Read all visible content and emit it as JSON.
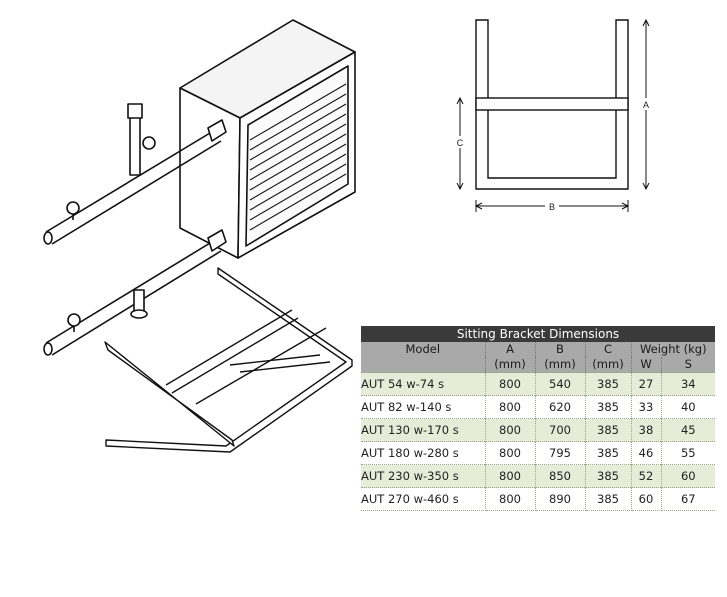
{
  "diagram": {
    "labels": {
      "a": "A",
      "b": "B",
      "c": "C"
    }
  },
  "table": {
    "title": "Sitting Bracket Dimensions",
    "headers": {
      "model": "Model",
      "a": "A",
      "a_unit": "(mm)",
      "b": "B",
      "b_unit": "(mm)",
      "c": "C",
      "c_unit": "(mm)",
      "weight": "Weight (kg)",
      "w": "W",
      "s": "S"
    },
    "rows": [
      {
        "model": "AUT 54 w-74 s",
        "a": "800",
        "b": "540",
        "c": "385",
        "w": "27",
        "s": "34"
      },
      {
        "model": "AUT 82 w-140 s",
        "a": "800",
        "b": "620",
        "c": "385",
        "w": "33",
        "s": "40"
      },
      {
        "model": "AUT 130 w-170 s",
        "a": "800",
        "b": "700",
        "c": "385",
        "w": "38",
        "s": "45"
      },
      {
        "model": "AUT 180 w-280 s",
        "a": "800",
        "b": "795",
        "c": "385",
        "w": "46",
        "s": "55"
      },
      {
        "model": "AUT 230 w-350 s",
        "a": "800",
        "b": "850",
        "c": "385",
        "w": "52",
        "s": "60"
      },
      {
        "model": "AUT 270 w-460 s",
        "a": "800",
        "b": "890",
        "c": "385",
        "w": "60",
        "s": "67"
      }
    ]
  }
}
